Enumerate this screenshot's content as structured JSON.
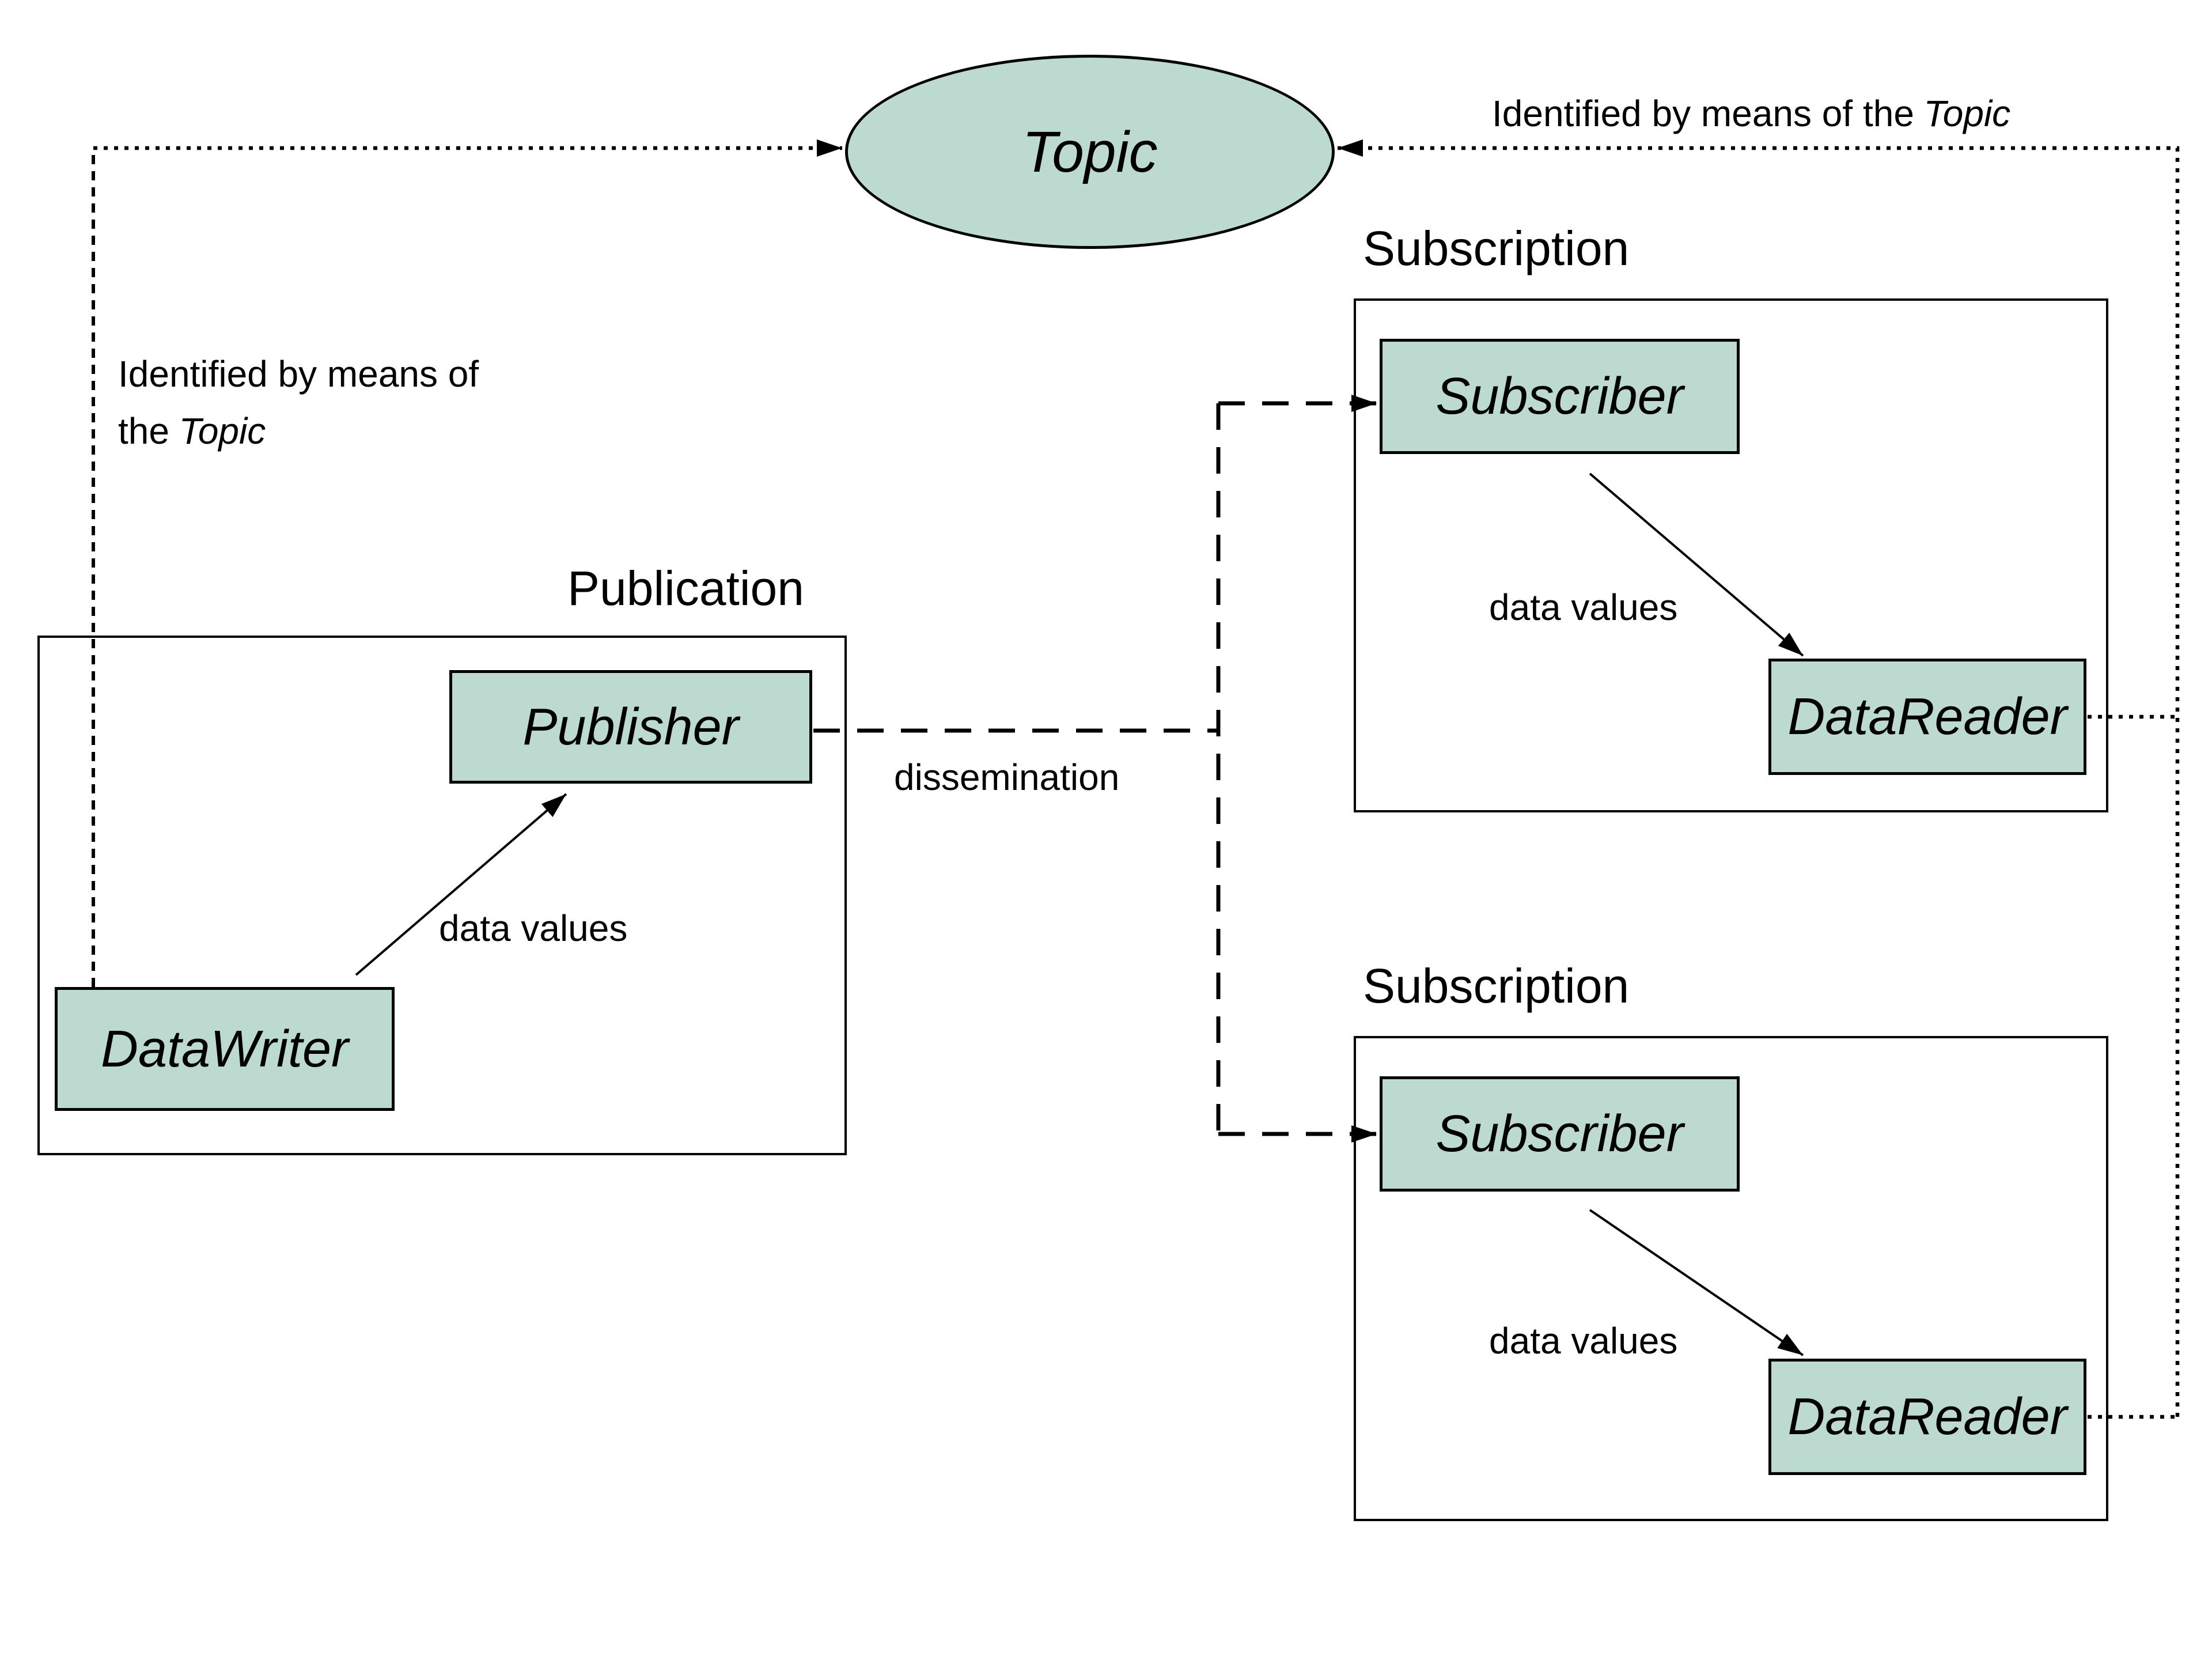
{
  "topic": {
    "label": "Topic"
  },
  "annotations": {
    "identified_left_line1": "Identified by means of",
    "identified_left_line2_prefix": "the",
    "identified_left_line2_topic": "Topic",
    "identified_right_prefix": "Identified by means of the",
    "identified_right_topic": "Topic",
    "dissemination": "dissemination",
    "data_values_publication": "data values"
  },
  "publication": {
    "title": "Publication",
    "publisher_label": "Publisher",
    "data_writer_label": "DataWriter"
  },
  "subscriptions": [
    {
      "title": "Subscription",
      "subscriber_label": "Subscriber",
      "data_reader_label": "DataReader",
      "data_values": "data values"
    },
    {
      "title": "Subscription",
      "subscriber_label": "Subscriber",
      "data_reader_label": "DataReader",
      "data_values": "data values"
    }
  ],
  "colors": {
    "node_fill": "#bddad0",
    "line": "#000000",
    "background": "#ffffff"
  }
}
